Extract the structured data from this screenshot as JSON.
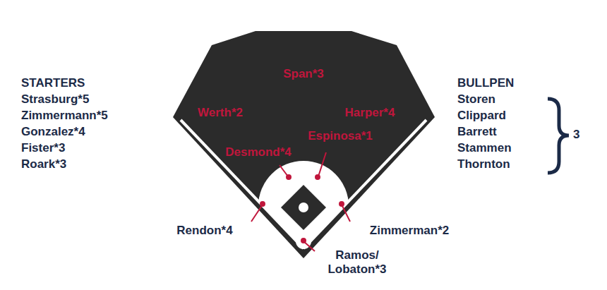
{
  "diagram": {
    "labels": [
      "Span*3",
      "Werth*2",
      "Harper*4",
      "Espinosa*1",
      "Desmond*4",
      "Rendon*4",
      "Zimmerman*2",
      "Ramos/ Lobaton*3",
      "STARTERS",
      "Strasburg*5",
      "Zimmermann*5",
      "Gonzalez*4",
      "Fister*3",
      "Roark*3",
      "BULLPEN",
      "Storen",
      "Clippard",
      "Barrett",
      "Stammen",
      "Thornton",
      "3"
    ]
  }
}
